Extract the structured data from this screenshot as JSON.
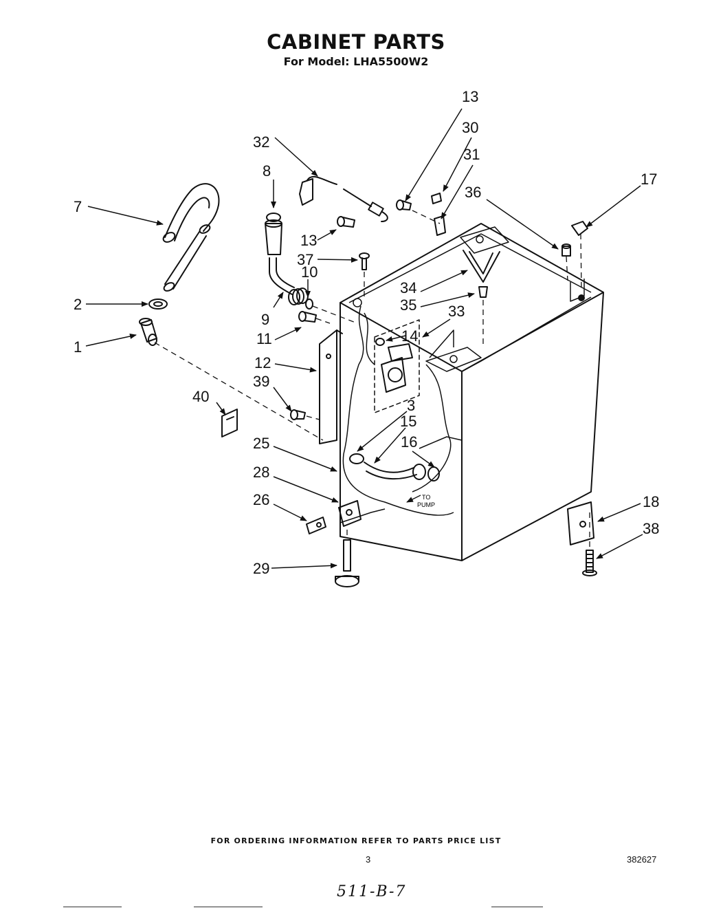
{
  "header": {
    "title": "CABINET PARTS",
    "subtitle": "For Model: LHA5500W2"
  },
  "callouts": {
    "c1": "1",
    "c2": "2",
    "c3": "3",
    "c7": "7",
    "c8": "8",
    "c9": "9",
    "c10": "10",
    "c11": "11",
    "c12": "12",
    "c13a": "13",
    "c13b": "13",
    "c14": "14",
    "c15": "15",
    "c16": "16",
    "c17": "17",
    "c18": "18",
    "c25": "25",
    "c26": "26",
    "c28": "28",
    "c29": "29",
    "c30": "30",
    "c31": "31",
    "c32": "32",
    "c33": "33",
    "c34": "34",
    "c35": "35",
    "c36": "36",
    "c37": "37",
    "c38": "38",
    "c39": "39",
    "c40": "40"
  },
  "annotations": {
    "to_pump_line1": "TO",
    "to_pump_line2": "PUMP"
  },
  "footer": {
    "ordering_info": "FOR ORDERING INFORMATION REFER TO PARTS PRICE LIST",
    "page_number": "3",
    "document_number": "382627",
    "handwritten_note": "511-B-7"
  }
}
